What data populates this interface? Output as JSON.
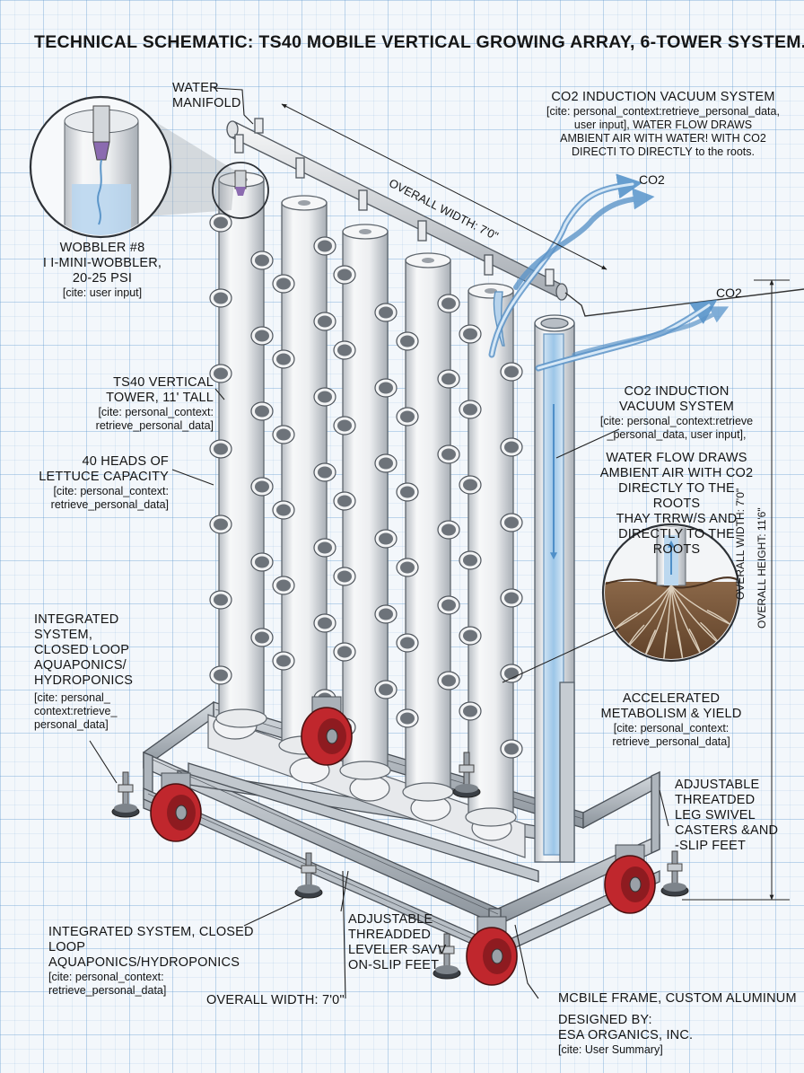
{
  "title": "TECHNICAL SCHEMATIC:  TS40 MOBILE VERTICAL GROWING ARRAY, 6-TOWER SYSTEM.",
  "labels": {
    "water_manifold": [
      "WATER",
      "MANIFOLD"
    ],
    "wobbler": {
      "lines": [
        "WOBBLER #8",
        "i i-MINI-WOBBLER,",
        "20-25 PSI"
      ],
      "cite": "[cite: user input]"
    },
    "tower": {
      "lines": [
        "TS40 VERTICAL",
        "TOWER, 11' TALL"
      ],
      "cite": [
        "[cite: personal_context:",
        "retrieve_personal_data]"
      ]
    },
    "lettuce": {
      "lines": [
        "40 HEADS OF",
        "LETTUCE CAPACITY"
      ],
      "cite": [
        "[cite: personal_context:",
        "retrieve_personal_data]"
      ]
    },
    "integrated_left": {
      "lines": [
        "INTEGRATED",
        "SYSTEM,",
        "CLOSED LOOP",
        "AQUAPONICS/",
        "HYDROPONICS"
      ],
      "cite": [
        "[cite: personal_",
        "context:retrieve_",
        "personal_data]"
      ]
    },
    "co2_top": {
      "lines": [
        "CO2 INDUCTION VACUUM SYSTEM"
      ],
      "body": [
        "[cite: personal_context:retrieve_personal_data,",
        "user input], WATER FLOW DRAWS",
        "AMBIENT AIR WITH WATER! WITH CO2",
        "DIRECTI TO DIRECTLY to the roots."
      ]
    },
    "co2_right": {
      "lines": [
        "CO2 INDUCTION",
        "VACUUM SYSTEM"
      ],
      "cite": [
        "[cite: personal_context:retrieve",
        "_personal_data, user input],"
      ]
    },
    "water_flow": [
      "WATER FLOW DRAWS",
      "AMBIENT AIR WITH CO2",
      "DIRECTLY TO THE ROOTS",
      "THAY TRRW/S AND",
      "DIRECTLY TO THE ROOTS"
    ],
    "metabolism": {
      "lines": [
        "ACCELERATED",
        "METABOLISM & YIELD"
      ],
      "cite": [
        "[cite: personal_context:",
        "retrieve_personal_data]"
      ]
    },
    "casters": [
      "ADJUSTABLE",
      "THREATDED",
      "LEG SWIVEL",
      "CASTERS &AND",
      "-SLIP FEET"
    ],
    "integrated_bottom": {
      "lines": [
        "INTEGRATED SYSTEM, CLOSED",
        "LOOP AQUAPONICS/HYDROPONICS"
      ],
      "cite": [
        "[cite: personal_context:",
        "retrieve_personal_data]"
      ]
    },
    "leveler": [
      "ADJUSTABLE",
      "THREADDED",
      "LEVELER SAVV",
      "ON-SLIP FEET"
    ],
    "overall_width_bottom": "OVERALL WIDTH: 7'0\"",
    "mobile_frame": "MCBILE FRAME, CUSTOM ALUMINUM",
    "designed_by": {
      "lines": [
        "DESIGNED BY:",
        "ESA ORGANICS, INC."
      ],
      "cite": "[cite: User Summary]"
    },
    "overall_width_top": "OVERALL WIDTH: 7'0\"",
    "overall_width_vertical": "OVERALL WIDTH: 7'0\"",
    "overall_height_vertical": "OVERALL HEIGHT: 11'6\"",
    "co2_arrow_1": "CO2",
    "co2_arrow_2": "CO2"
  },
  "colors": {
    "frame": "#9aa3ad",
    "pipe": "#eef0f2",
    "wheel": "#c0272d",
    "water": "#7fb3de",
    "soil": "#6b4a30",
    "root": "#d9cbb8"
  },
  "icons": [
    "pvc-tower-icon",
    "net-pot-icon",
    "caster-wheel-icon",
    "leveling-foot-icon",
    "co2-arrow-icon",
    "wobbler-sprinkler-icon",
    "root-zone-icon"
  ]
}
